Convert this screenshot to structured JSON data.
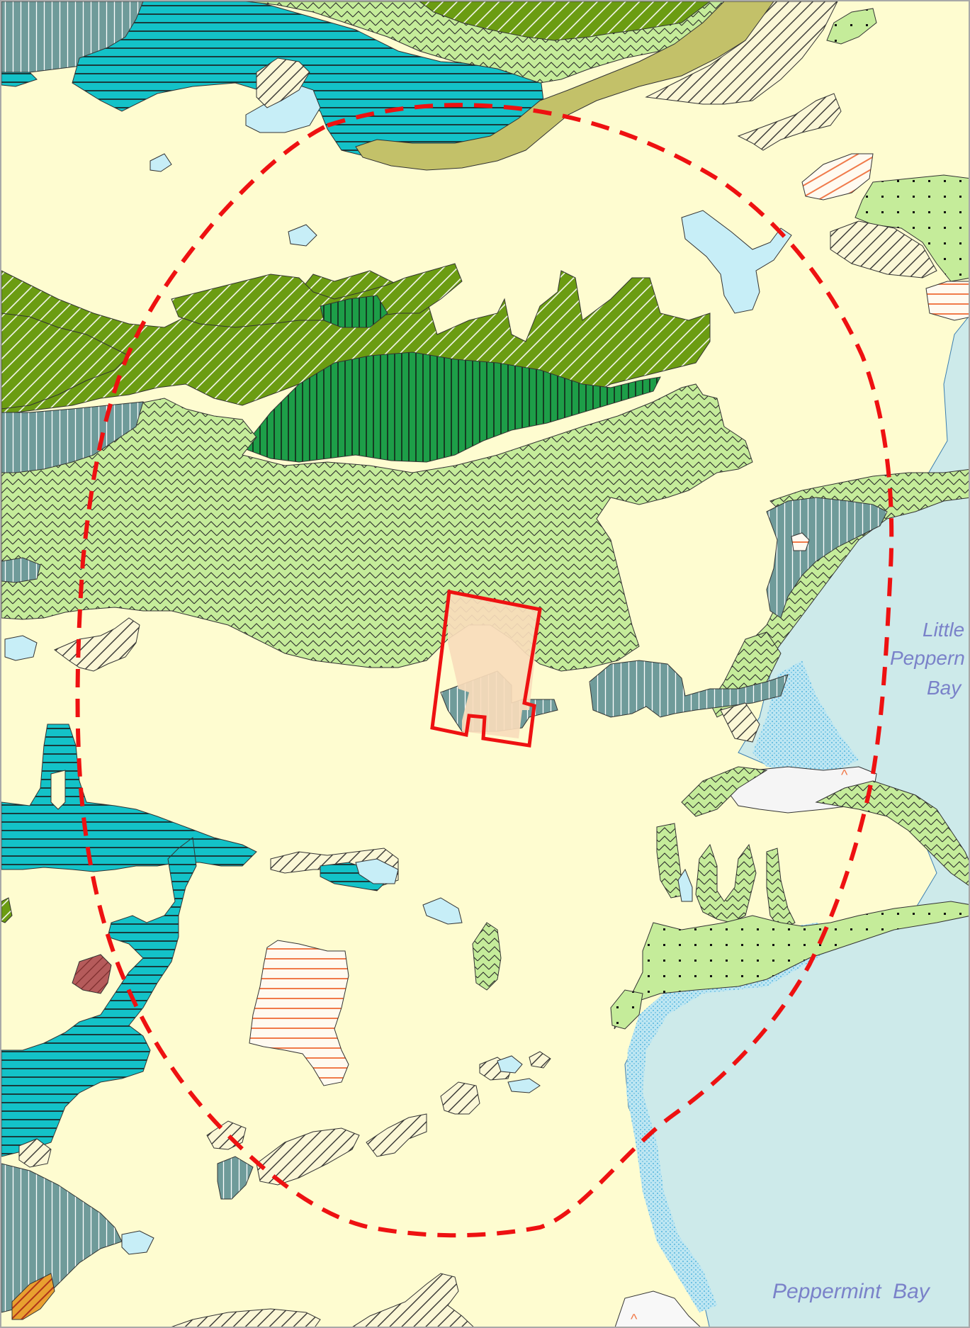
{
  "map": {
    "background_color": "#fefcd0",
    "water_color": "#cdeaea",
    "labels": {
      "little_peppermint_bay": [
        "Little",
        "Peppern",
        "Bay"
      ],
      "peppermint_bay": "Peppermint  Bay"
    },
    "markers": {
      "caret_symbol": "^"
    },
    "colors": {
      "teal_hatch": "#13c2c8",
      "slate_hatch": "#6f9b9a",
      "dark_olive": "#6b9c12",
      "green_vertical": "#1d9e48",
      "light_green": "#c5ec9a",
      "khaki_river": "#c3c169",
      "pale_blue": "#c7eef7",
      "salmon_site": "#f8dcbb",
      "site_outline": "#ee1111",
      "buffer_dash": "#ee1111",
      "orange_hatch": "#f07a4a",
      "maroon_patch": "#b55b5b",
      "yellow_patch": "#e6f01c"
    },
    "icons": [
      "site-boundary-icon",
      "buffer-circle-icon"
    ]
  }
}
